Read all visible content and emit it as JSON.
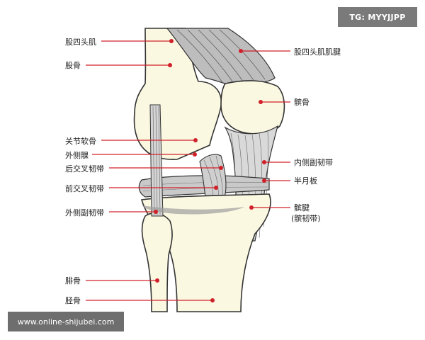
{
  "watermarks": {
    "top": "TG: MYYJJPP",
    "bottom": "www.online-shijubei.com"
  },
  "labels_left": [
    {
      "key": "quadriceps",
      "text": "股四头肌"
    },
    {
      "key": "femur",
      "text": "股骨"
    },
    {
      "key": "articular_cartilage",
      "text": "关节软骨"
    },
    {
      "key": "lateral_condyle",
      "text": "外侧髁"
    },
    {
      "key": "pcl",
      "text": "后交叉韧带"
    },
    {
      "key": "acl",
      "text": "前交叉韧带"
    },
    {
      "key": "lcl",
      "text": "外侧副韧带"
    },
    {
      "key": "fibula",
      "text": "腓骨"
    },
    {
      "key": "tibia",
      "text": "胫骨"
    }
  ],
  "labels_right": [
    {
      "key": "quadriceps_tendon",
      "text": "股四头肌肌腱"
    },
    {
      "key": "patella",
      "text": "髌骨"
    },
    {
      "key": "mcl",
      "text": "内侧副韧带"
    },
    {
      "key": "meniscus",
      "text": "半月板"
    },
    {
      "key": "patellar_tendon",
      "text": "髌腱"
    },
    {
      "key": "patellar_ligament",
      "text": "(髌韧带)"
    }
  ],
  "colors": {
    "pointer": "#d0202a",
    "bone": "#fbf8e2",
    "muscle": "#b9b9b9",
    "outline": "#333333"
  }
}
